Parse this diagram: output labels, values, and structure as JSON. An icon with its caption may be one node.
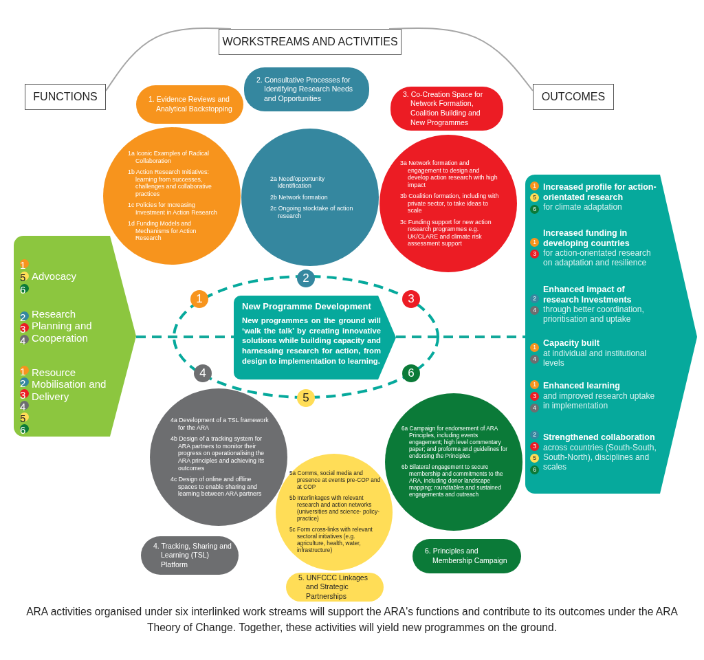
{
  "diagram": {
    "caption": "ARA activities organised under six interlinked work streams will support the ARA's functions and contribute to its outcomes under the ARA Theory of Change. Together, these activities will yield new programmes on the ground.",
    "nodes": [
      {
        "text": [
          "WORKSTREAMS AND ACTIVITIES"
        ]
      },
      {
        "text": [
          "FUNCTIONS"
        ]
      },
      {
        "text": [
          "OUTCOMES"
        ]
      },
      {
        "text": [
          "1. Evidence Reviews and Analytical Backstopping"
        ]
      },
      {
        "text": [
          "1a Iconic Examples of Radical Collaboration",
          "1b Action Research Initiatives: learning from successes, challenges and collaborative practices",
          "1c Policies for Increasing Investment in Action Research",
          "1d Funding Models and Mechanisms for Action Research"
        ]
      },
      {
        "text": [
          "2. Consultative Processes for Identifying Research Needs and Opportunities"
        ]
      },
      {
        "text": [
          "2a Need/opportunity identification",
          "2b Network formation",
          "2c Ongoing stocktake of action research"
        ]
      },
      {
        "text": [
          "3. Co-Creation Space for Network Formation, Coalition Building and New Programmes"
        ]
      },
      {
        "text": [
          "3a Network formation and engagement to design and develop action research with high impact",
          "3b Coalition formation, including with private sector, to take ideas to scale",
          "3c Funding support for new action research programmes e.g. UK/CLARE and climate risk assessment support"
        ]
      },
      {
        "text": [
          "Advocacy",
          "Research Planning and Cooperation",
          "Resource Mobilisation and Delivery"
        ]
      },
      {
        "text": [
          "1"
        ],
        "in": 9
      },
      {
        "text": [
          "5"
        ],
        "in": 9
      },
      {
        "text": [
          "6"
        ],
        "in": 9
      },
      {
        "text": [
          "2"
        ],
        "in": 9
      },
      {
        "text": [
          "3"
        ],
        "in": 9
      },
      {
        "text": [
          "4"
        ],
        "in": 9
      },
      {
        "text": [
          "1"
        ],
        "in": 9
      },
      {
        "text": [
          "2"
        ],
        "in": 9
      },
      {
        "text": [
          "3"
        ],
        "in": 9
      },
      {
        "text": [
          "4"
        ],
        "in": 9
      },
      {
        "text": [
          "5"
        ],
        "in": 9
      },
      {
        "text": [
          "6"
        ],
        "in": 9
      },
      {
        "text": [
          "2"
        ]
      },
      {
        "text": [
          "1"
        ]
      },
      {
        "text": [
          "3"
        ]
      },
      {
        "text": [
          "New Programme Development",
          "New programmes on the ground will ‘walk the talk’ by creating innovative solutions while building capacity and harnessing research for action, from design to implementation to learning."
        ]
      },
      {
        "text": [
          "4"
        ]
      },
      {
        "text": [
          "6"
        ]
      },
      {
        "text": [
          "5"
        ]
      },
      {
        "text": [],
        "shape": "arrow"
      },
      {
        "text": [
          "Increased profile for action-orientated research",
          "for climate adaptation"
        ],
        "in": 29
      },
      {
        "text": [
          "1"
        ],
        "in": 30
      },
      {
        "text": [
          "5"
        ],
        "in": 30
      },
      {
        "text": [
          "6"
        ],
        "in": 30
      },
      {
        "text": [
          "Increased funding in developing countries",
          "for action-orientated research on adaptation and resilience"
        ],
        "in": 29
      },
      {
        "text": [
          "1"
        ],
        "in": 34
      },
      {
        "text": [
          "3"
        ],
        "in": 34
      },
      {
        "text": [
          "Enhanced impact of research Investments",
          "through better coordination, prioritisation and uptake"
        ],
        "in": 29
      },
      {
        "text": [
          "2"
        ],
        "in": 37
      },
      {
        "text": [
          "4"
        ],
        "in": 37
      },
      {
        "text": [
          "Capacity built",
          "at individual and institutional levels"
        ],
        "in": 29
      },
      {
        "text": [
          "1"
        ],
        "in": 40
      },
      {
        "text": [
          "4"
        ],
        "in": 40
      },
      {
        "text": [
          "Enhanced learning",
          "and improved research uptake in implementation"
        ],
        "in": 29
      },
      {
        "text": [
          "1"
        ],
        "in": 43
      },
      {
        "text": [
          "3"
        ],
        "in": 43
      },
      {
        "text": [
          "4"
        ],
        "in": 43
      },
      {
        "text": [
          "Strengthened collaboration",
          "across countries (South-South, South-North), disciplines and scales"
        ],
        "in": 29
      },
      {
        "text": [
          "2"
        ],
        "in": 47
      },
      {
        "text": [
          "3"
        ],
        "in": 47
      },
      {
        "text": [
          "5"
        ],
        "in": 47
      },
      {
        "text": [
          "6"
        ],
        "in": 47
      },
      {
        "text": [
          "4a Development of a TSL framework for the ARA",
          "4b Design of a tracking system for ARA partners to monitor their progress on operationalising the ARA principles and achieving its outcomes",
          "4c Design of online and offline spaces to enable sharing and learning between ARA partners"
        ]
      },
      {
        "text": [
          "5a Comms, social media and presence at events pre-COP and at COP",
          "5b Interlinkages with relevant research and action networks (universities and science- policy-practice)",
          "5c Form cross-links with relevant sectoral initiatives (e.g. agriculture, health, water, infrastructure)"
        ]
      },
      {
        "text": [
          "6a Campaign for endorsement of ARA Principles, including events engagement; high level commentary paper; and proforma and guidelines for endorsing the Principles",
          "6b Bilateral engagement to secure membership and commitments to the ARA, including donor landscape mapping; roundtables and sustained engagements and outreach"
        ]
      },
      {
        "text": [
          "4. Tracking, Sharing and Learning (TSL) Platform"
        ]
      },
      {
        "text": [
          "5. UNFCCC Linkages and Strategic Partnerships"
        ]
      },
      {
        "text": [
          "6. Principles and Membership Campaign"
        ]
      }
    ],
    "edges": [
      {
        "from": 1,
        "to": 0,
        "arrow": "none",
        "color": "#a6a6a6"
      },
      {
        "from": 0,
        "to": 2,
        "arrow": "none",
        "color": "#a6a6a6"
      },
      {
        "from": 9,
        "to": 25,
        "arrow": "none",
        "style": "dashed",
        "color": "#12a89a"
      },
      {
        "from": 25,
        "to": 29,
        "arrow": "none",
        "style": "dashed",
        "color": "#12a89a"
      }
    ]
  }
}
